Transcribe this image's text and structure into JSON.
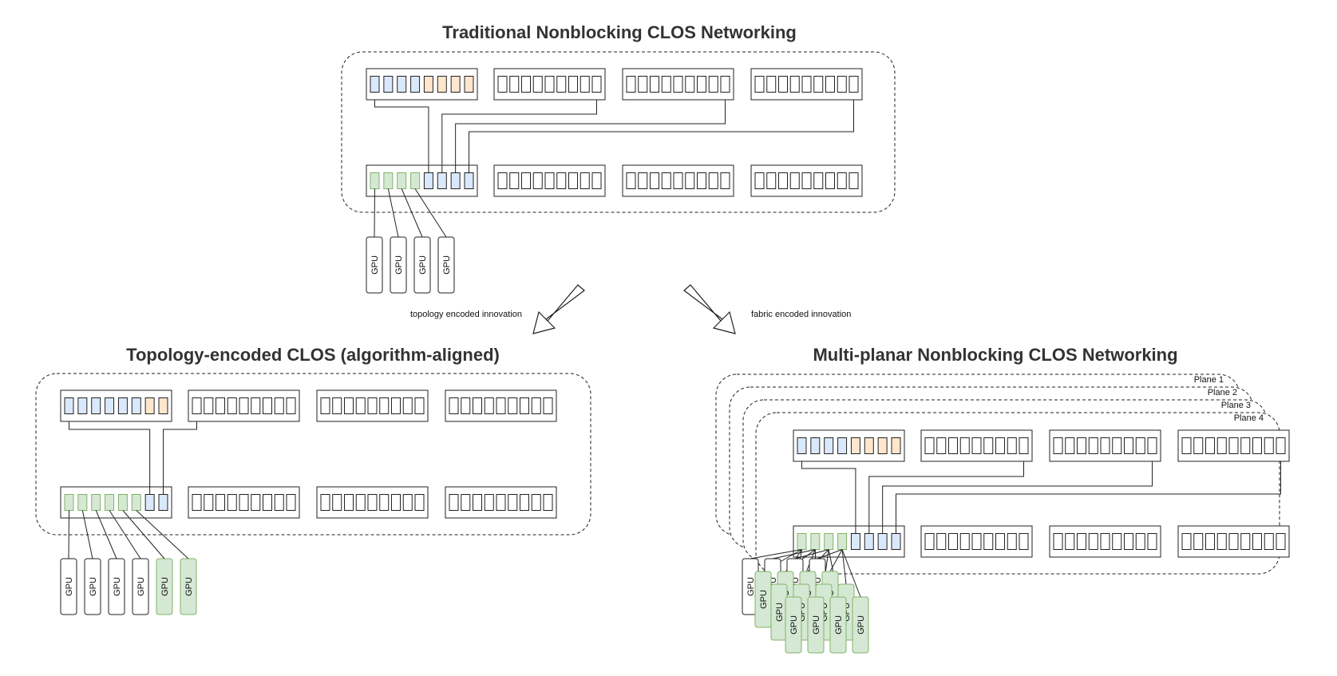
{
  "titles": {
    "traditional": "Traditional Nonblocking CLOS Networking",
    "topology": "Topology-encoded CLOS (algorithm-aligned)",
    "multiplanar": "Multi-planar Nonblocking CLOS Networking"
  },
  "arrows": {
    "left_label": "topology encoded innovation",
    "right_label": "fabric encoded innovation"
  },
  "planes": [
    "Plane 1",
    "Plane 2",
    "Plane 3",
    "Plane 4"
  ],
  "gpu_label": "GPU",
  "colors": {
    "blue_port": "#dae8fc",
    "orange_port": "#ffe6cc",
    "green_port": "#d5e8d4",
    "green_gpu": "#d5e8d4",
    "green_stroke": "#82b366"
  }
}
